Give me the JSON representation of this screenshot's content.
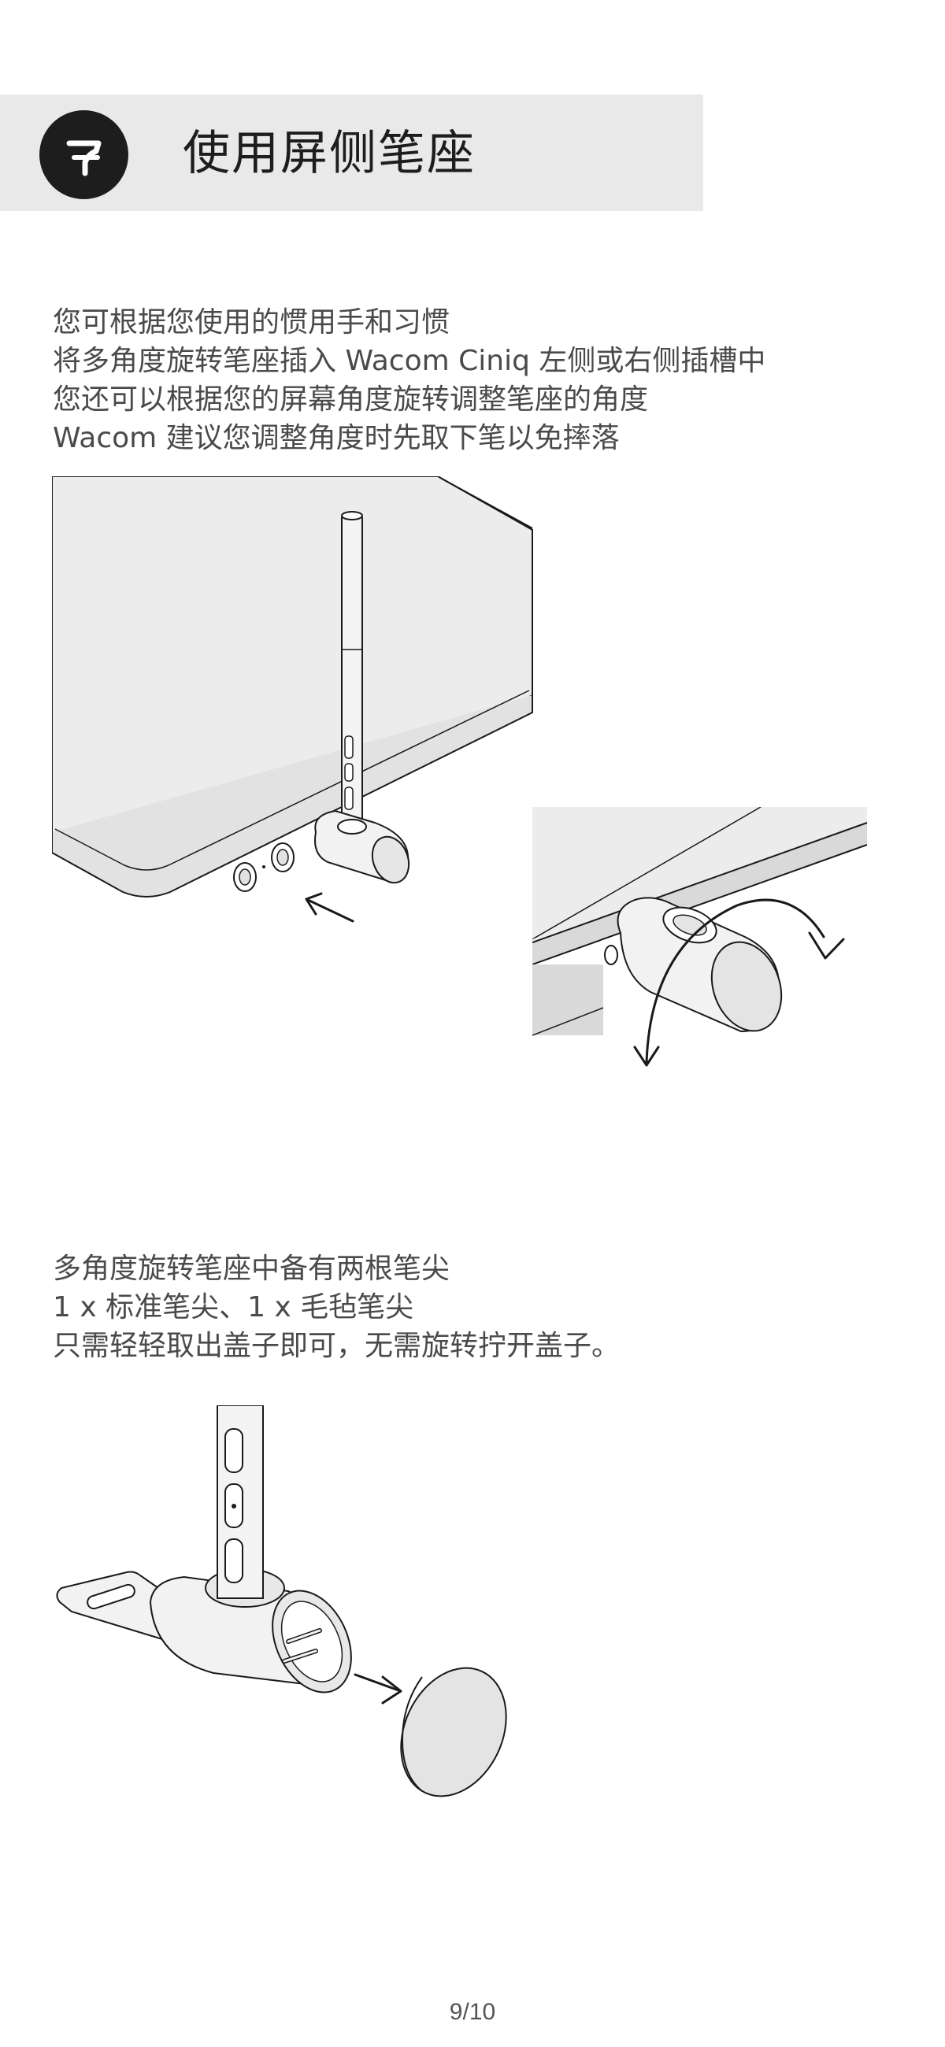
{
  "header": {
    "step_number": "7",
    "title": "使用屏侧笔座"
  },
  "intro_paragraph": {
    "lines": [
      "您可根据您使用的惯用手和习惯",
      "将多角度旋转笔座插入 Wacom Ciniq 左侧或右侧插槽中",
      "您还可以根据您的屏幕角度旋转调整笔座的角度",
      "Wacom  建议您调整角度时先取下笔以免摔落"
    ]
  },
  "nibs_paragraph": {
    "lines": [
      "多角度旋转笔座中备有两根笔尖",
      "1 x 标准笔尖、1 x 毛毡笔尖",
      "只需轻轻取出盖子即可，无需旋转拧开盖子。"
    ]
  },
  "footer": {
    "page_number": "9/10"
  },
  "colors": {
    "header_band": "#e9e9e9",
    "step_circle": "#1d1d1d",
    "text": "#4a4a4a",
    "line_art": "#1a1a1a",
    "device_fill": "#ececec"
  }
}
